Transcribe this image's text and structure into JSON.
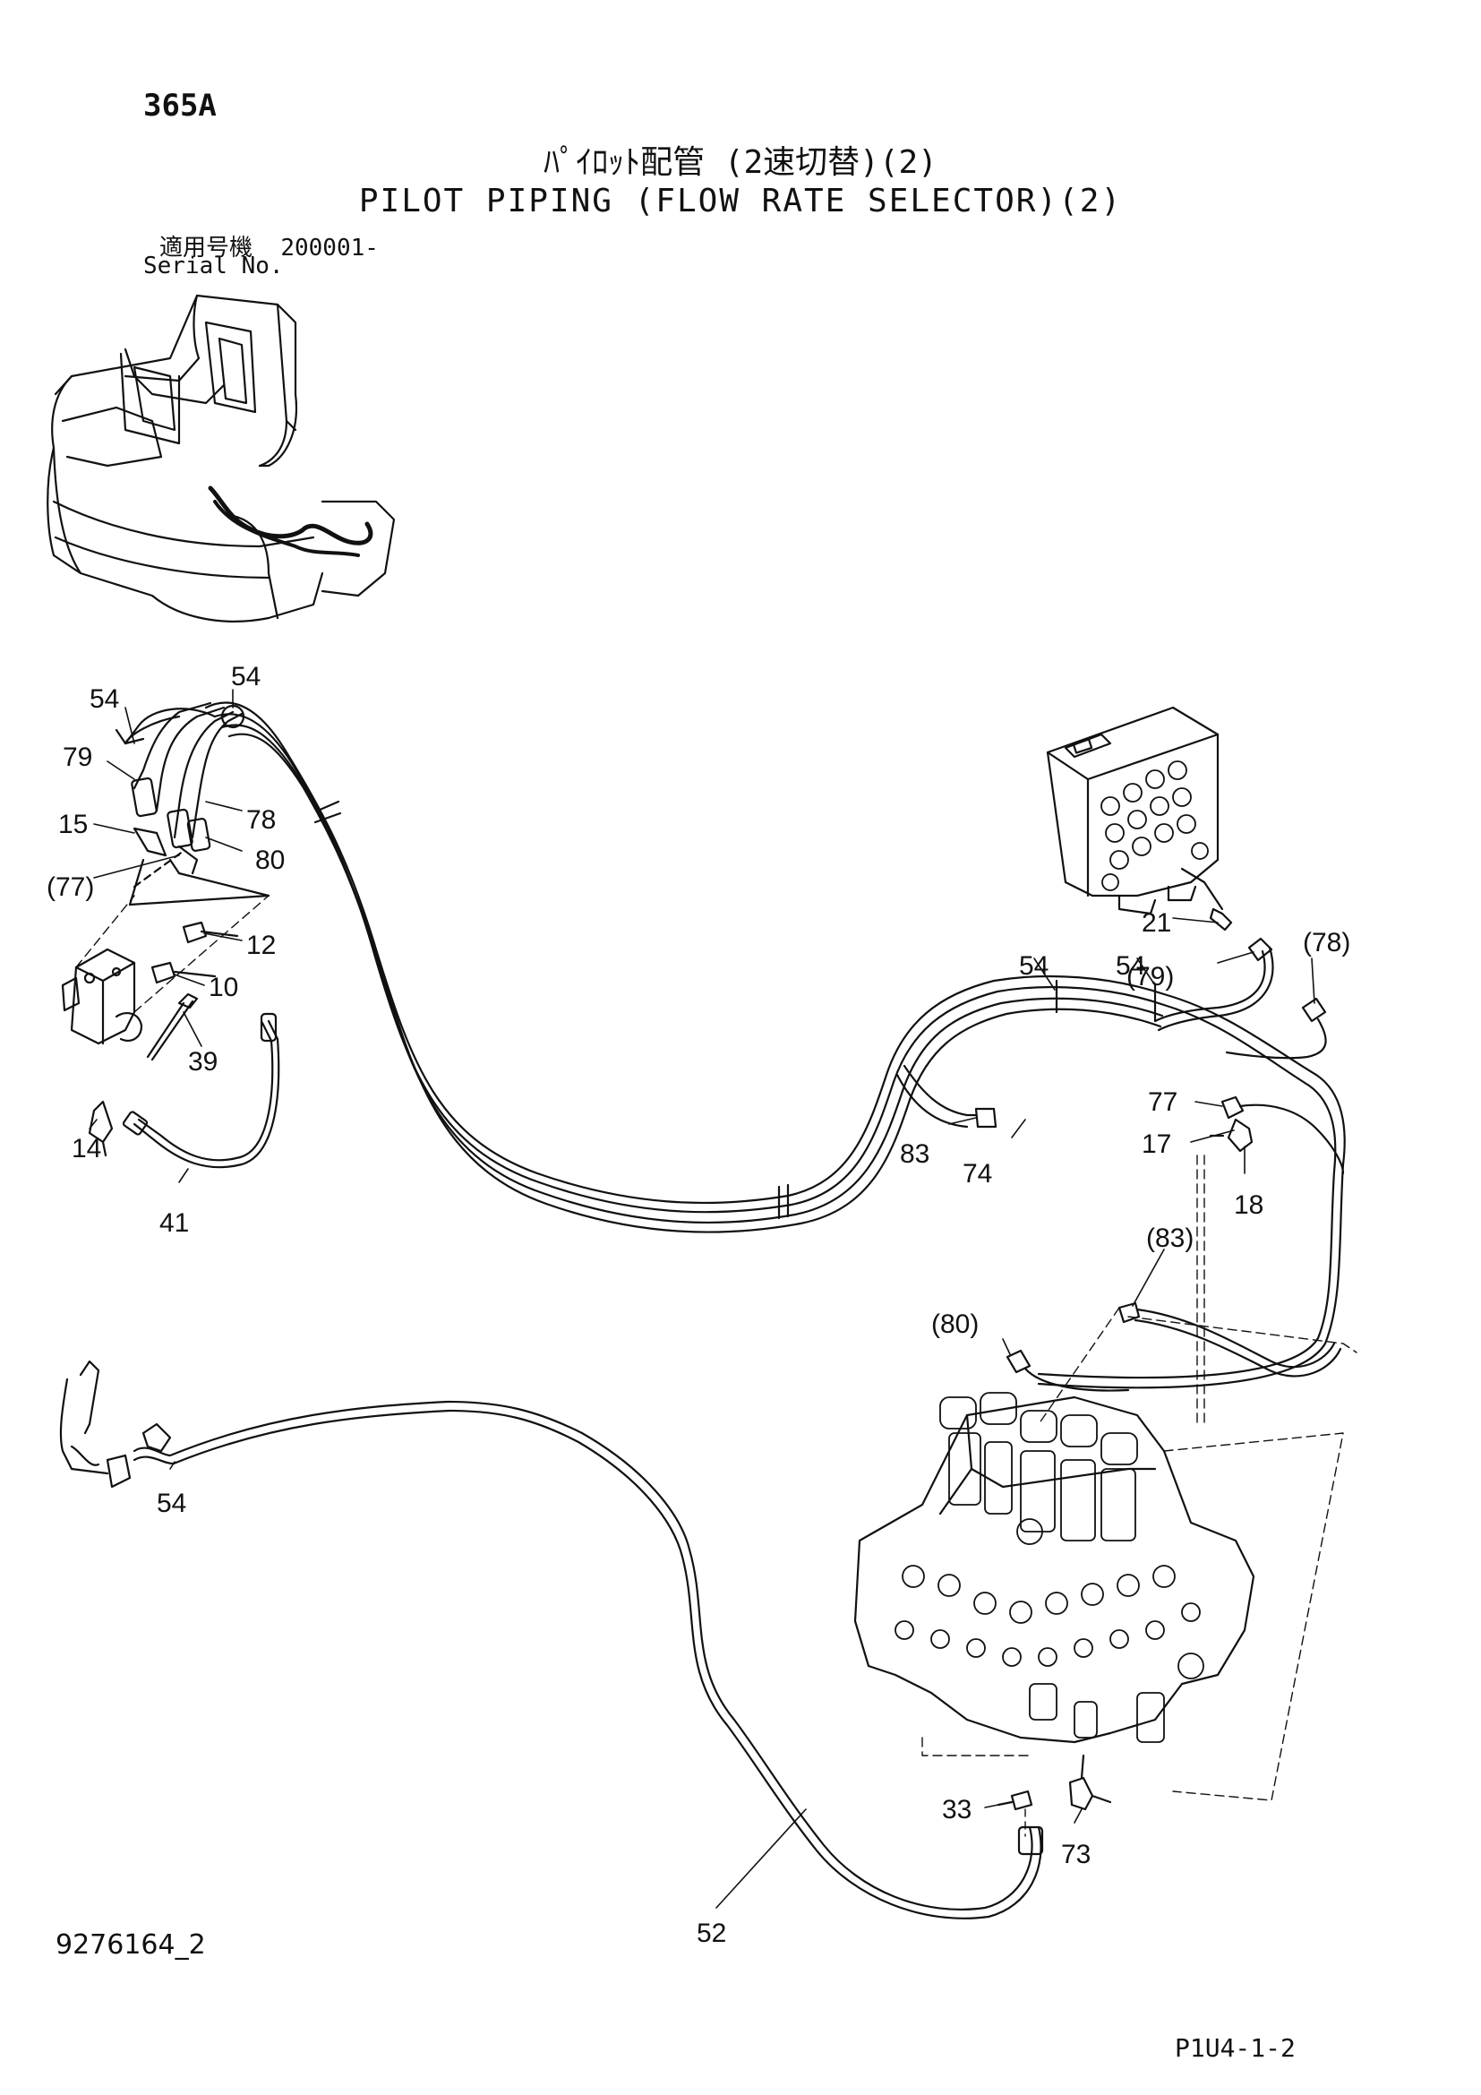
{
  "header": {
    "model": "365A",
    "title_ja": "ﾊﾟｲﾛｯﾄ配管 (2速切替)(2)",
    "title_en": "PILOT PIPING (FLOW RATE SELECTOR)(2)",
    "serial_label_ja": "適用号機",
    "serial_value": "200001-",
    "serial_label_en": "Serial No."
  },
  "footer": {
    "doc_number": "9276164_2",
    "page_code": "P1U4-1-2"
  },
  "callouts": [
    {
      "id": "c54a",
      "label": "54"
    },
    {
      "id": "c54b",
      "label": "54"
    },
    {
      "id": "c79a",
      "label": "79"
    },
    {
      "id": "c78a",
      "label": "78"
    },
    {
      "id": "c15",
      "label": "15"
    },
    {
      "id": "c80a",
      "label": "80"
    },
    {
      "id": "c77a",
      "label": "(77)"
    },
    {
      "id": "c12",
      "label": "12"
    },
    {
      "id": "c10",
      "label": "10"
    },
    {
      "id": "c39",
      "label": "39"
    },
    {
      "id": "c14",
      "label": "14"
    },
    {
      "id": "c41",
      "label": "41"
    },
    {
      "id": "c21",
      "label": "21"
    },
    {
      "id": "c78b",
      "label": "(78)"
    },
    {
      "id": "c54c",
      "label": "54"
    },
    {
      "id": "c54d",
      "label": "54"
    },
    {
      "id": "c79b",
      "label": "(79)"
    },
    {
      "id": "c77b",
      "label": "77"
    },
    {
      "id": "c17",
      "label": "17"
    },
    {
      "id": "c18",
      "label": "18"
    },
    {
      "id": "c83a",
      "label": "83"
    },
    {
      "id": "c74",
      "label": "74"
    },
    {
      "id": "c83b",
      "label": "(83)"
    },
    {
      "id": "c80b",
      "label": "(80)"
    },
    {
      "id": "c54e",
      "label": "54"
    },
    {
      "id": "c33",
      "label": "33"
    },
    {
      "id": "c73",
      "label": "73"
    },
    {
      "id": "c52",
      "label": "52"
    }
  ]
}
